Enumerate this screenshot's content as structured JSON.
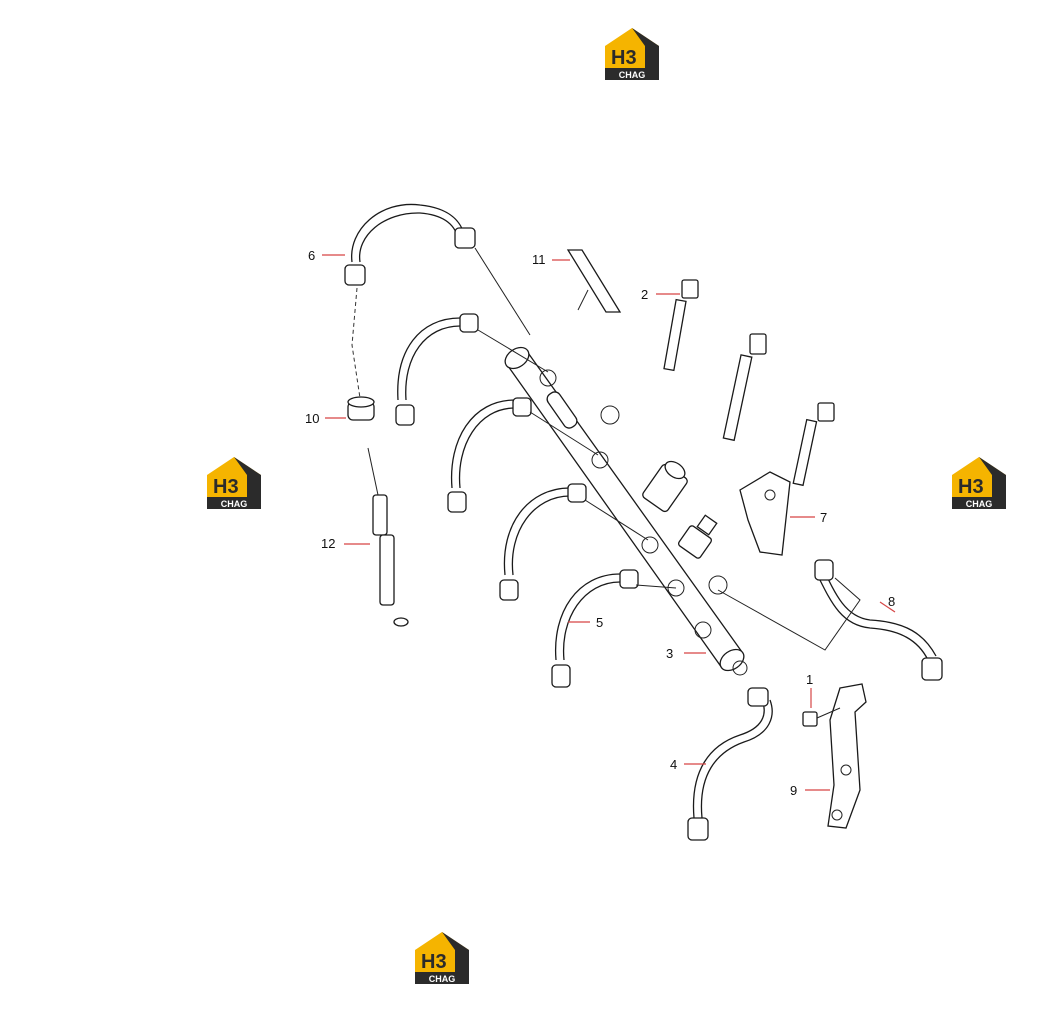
{
  "brand": {
    "logo_top": "H3",
    "logo_bottom": "CHAG",
    "colors": {
      "accent": "#f5b400",
      "dark": "#2b2b2b",
      "callout_leader": "#d64545"
    }
  },
  "callouts": [
    {
      "id": "1",
      "label": "1"
    },
    {
      "id": "2",
      "label": "2"
    },
    {
      "id": "3",
      "label": "3"
    },
    {
      "id": "4",
      "label": "4"
    },
    {
      "id": "5",
      "label": "5"
    },
    {
      "id": "6",
      "label": "6"
    },
    {
      "id": "7",
      "label": "7"
    },
    {
      "id": "8",
      "label": "8"
    },
    {
      "id": "9",
      "label": "9"
    },
    {
      "id": "10",
      "label": "10"
    },
    {
      "id": "11",
      "label": "11"
    },
    {
      "id": "12",
      "label": "12"
    }
  ]
}
